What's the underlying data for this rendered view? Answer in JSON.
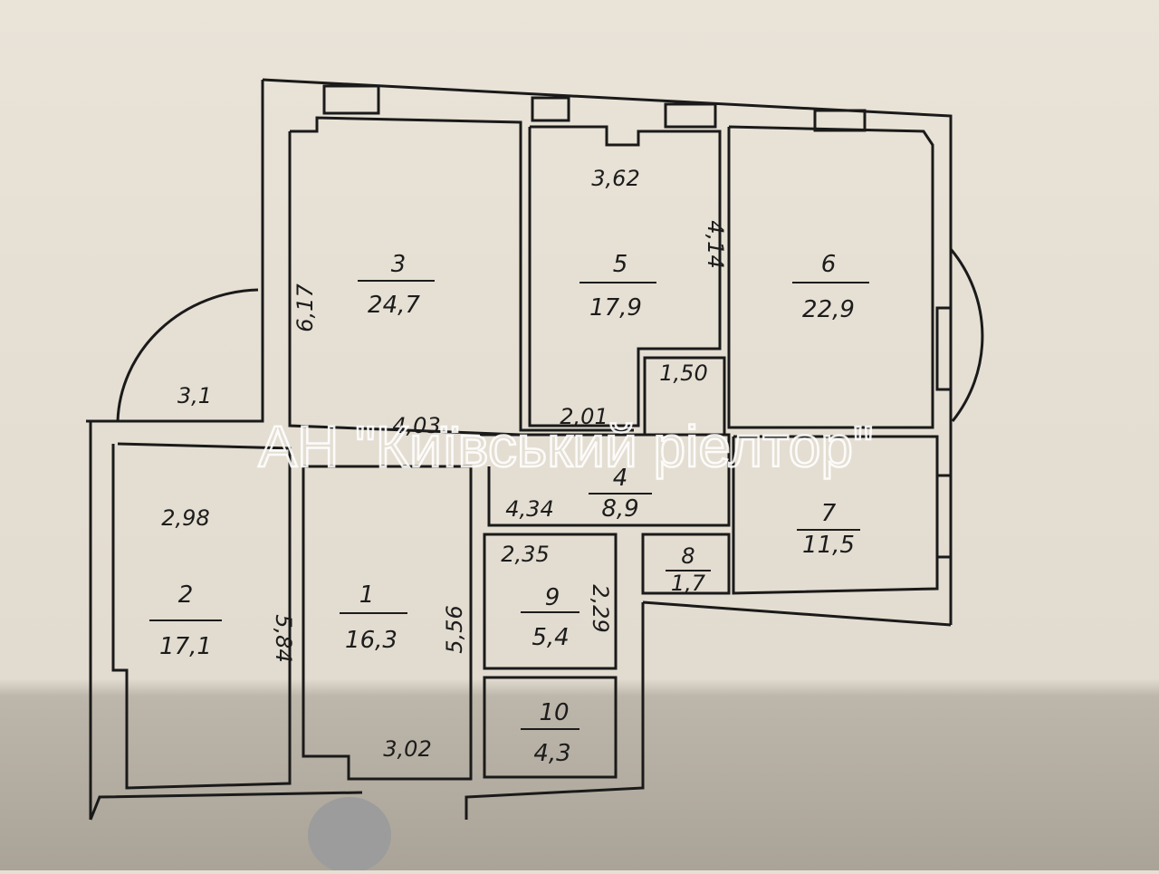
{
  "watermark": "АН \"Київський ріелтор\"",
  "rooms": [
    {
      "number": "1",
      "area": "16,3"
    },
    {
      "number": "2",
      "area": "17,1"
    },
    {
      "number": "3",
      "area": "24,7"
    },
    {
      "number": "4",
      "area": "8,9"
    },
    {
      "number": "5",
      "area": "17,9"
    },
    {
      "number": "6",
      "area": "22,9"
    },
    {
      "number": "7",
      "area": "11,5"
    },
    {
      "number": "8",
      "area": "1,7"
    },
    {
      "number": "9",
      "area": "5,4"
    },
    {
      "number": "10",
      "area": "4,3"
    }
  ],
  "dimensions": {
    "room5_width": "3,62",
    "room5_depth": "4,14",
    "room3_depth": "6,17",
    "balcony_left": "3,1",
    "closet_width": "1,50",
    "room5_bottom": "2,01",
    "room3_bottom": "4,03",
    "room2_width": "2,98",
    "room2_depth": "5,84",
    "hall_width": "4,34",
    "room9_width": "2,35",
    "room9_depth": "2,29",
    "room1_depth": "5,56",
    "room1_width": "3,02"
  }
}
